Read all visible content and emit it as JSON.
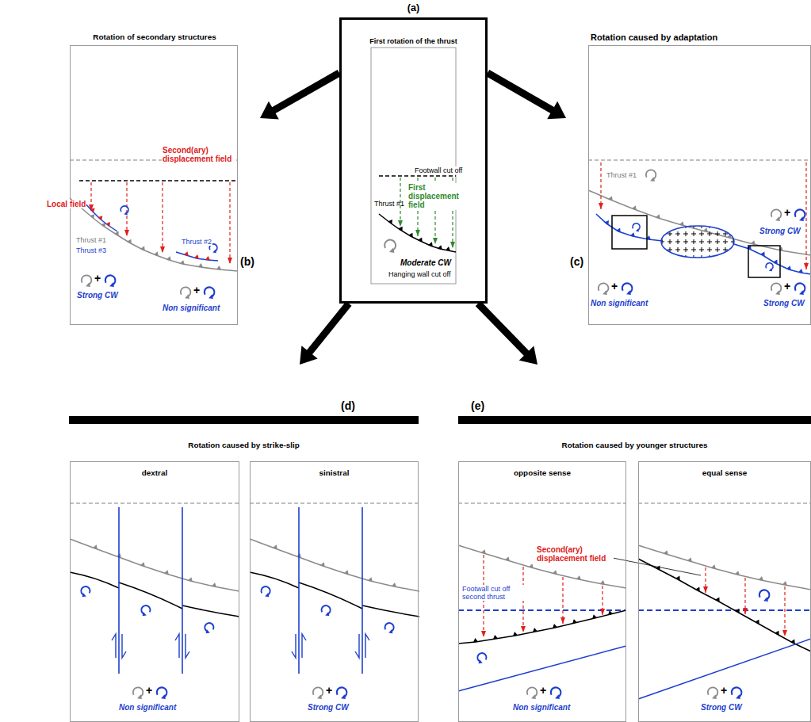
{
  "diagram": {
    "nodes": [
      {
        "text": [
          "(a)",
          "First rotation of the thrust"
        ]
      },
      {
        "text": [
          "(b)",
          "Rotation of secondary structures"
        ]
      },
      {
        "text": [
          "(c)",
          "Rotation caused by adaptation"
        ]
      },
      {
        "text": [
          "(d)",
          "Rotation caused by strike-slip"
        ]
      },
      {
        "text": [
          "dextral"
        ],
        "in": 3
      },
      {
        "text": [
          "sinistral"
        ],
        "in": 3
      },
      {
        "text": [
          "(e)",
          "Rotation caused by younger structures"
        ]
      },
      {
        "text": [
          "opposite sense"
        ],
        "in": 6
      },
      {
        "text": [
          "equal sense"
        ],
        "in": 6
      }
    ],
    "edges": [
      {
        "from": 0,
        "to": 1,
        "arrow": "to"
      },
      {
        "from": 0,
        "to": 2,
        "arrow": "to"
      },
      {
        "from": 0,
        "to": 3,
        "arrow": "to"
      },
      {
        "from": 0,
        "to": 6,
        "arrow": "to"
      }
    ],
    "labels": [
      "Footwall cut off",
      "First displacement field",
      "Thrust #1",
      "Moderate CW",
      "Hanging wall cut off",
      "Second(ary) displacement field",
      "Local field",
      "Thrust #1",
      "Thrust #3",
      "Thrust #2",
      "+",
      "Strong CW",
      "+",
      "Non significant",
      "Thrust #1",
      "+",
      "Strong CW",
      "+",
      "Non significant",
      "+",
      "Strong CW",
      "+",
      "Non significant",
      "+",
      "Strong CW",
      "Footwall cut off second thrust",
      "Second(ary) displacement field",
      "+",
      "Non significant",
      "+",
      "Strong CW"
    ]
  }
}
